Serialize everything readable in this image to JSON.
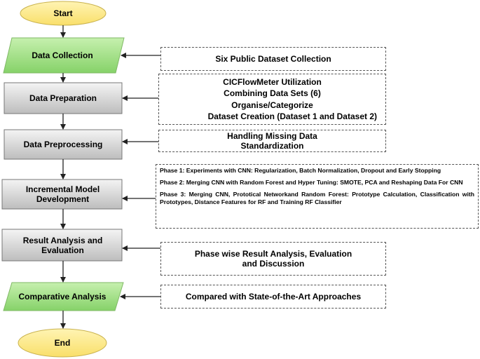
{
  "colors": {
    "terminal_fill": "#FDEB8C",
    "io_fill": "#A6E38A",
    "process_fill": "#D9D9D9",
    "stroke": "#444444"
  },
  "flow": {
    "start": "Start",
    "data_collection": "Data Collection",
    "data_preparation": "Data Preparation",
    "data_preprocessing": "Data Preprocessing",
    "incremental_model": "Incremental Model Development",
    "result_analysis": "Result Analysis and Evaluation",
    "comparative_analysis": "Comparative Analysis",
    "end": "End"
  },
  "notes": {
    "collection": [
      "Six Public Dataset Collection"
    ],
    "preparation": [
      "CICFlowMeter Utilization",
      "Combining Data Sets (6)",
      "Organise/Categorize",
      "Dataset Creation (Dataset 1 and Dataset 2)"
    ],
    "preprocessing": [
      "Handling Missing Data",
      "Standardization"
    ],
    "phases": [
      "Phase 1: Experiments with CNN: Regularization, Batch Normalization, Dropout and Early Stopping",
      "Phase 2: Merging CNN with Random Forest and Hyper Tuning: SMOTE, PCA and Reshaping Data For CNN",
      "Phase 3: Merging CNN, Prototical Networkand Random Forest: Prototype Calculation, Classification with Prototypes, Distance Features for RF and Training RF Classifier"
    ],
    "result": [
      "Phase wise Result Analysis, Evaluation",
      "and Discussion"
    ],
    "comparative": [
      "Compared with State-of-the-Art Approaches"
    ]
  }
}
